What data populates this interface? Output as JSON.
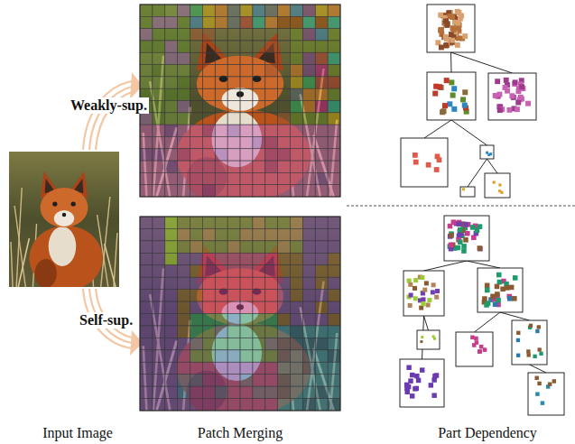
{
  "diagram": {
    "labels": [
      "Weakly-sup.",
      "Self-sup.",
      "Input Image",
      "Patch Merging",
      "Part Dependency"
    ]
  }
}
